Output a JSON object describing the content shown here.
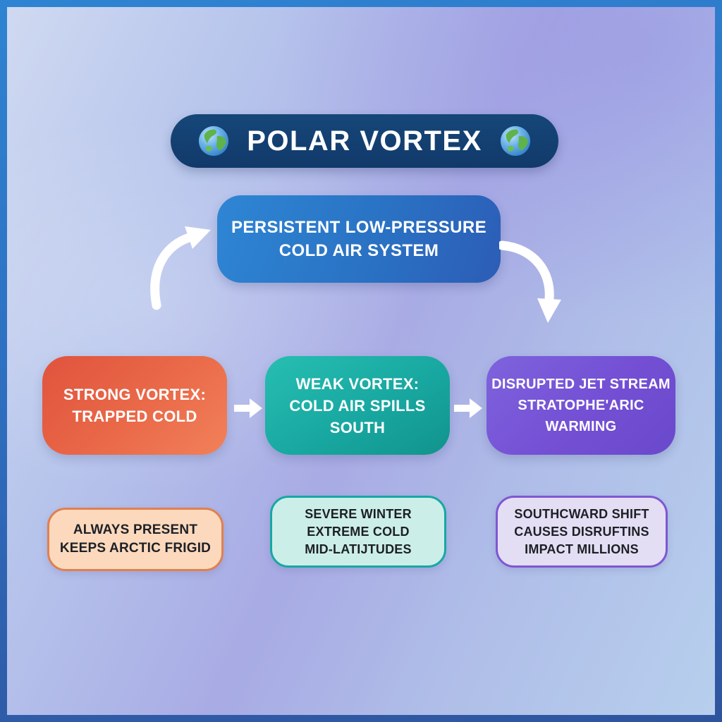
{
  "header": {
    "title": "POLAR VORTEX"
  },
  "definition_box": {
    "line1": "PERSISTENT LOW-PRESSURE",
    "line2": "COLD AIR SYSTEM"
  },
  "flow_boxes": [
    {
      "line1": "STRONG VORTEX:",
      "line2": "TRAPPED COLD"
    },
    {
      "line1": "WEAK VORTEX:",
      "line2": "COLD AIR SPILLS",
      "line3": "SOUTH"
    },
    {
      "line1": "DISRUPTED JET STREAM",
      "line2": "STRATOPHE'ARIC WARMING"
    }
  ],
  "note_boxes": [
    {
      "line1": "ALWAYS PRESENT",
      "line2": "KEEPS ARCTIC FRIGID"
    },
    {
      "line1": "SEVERE WINTER",
      "line2": "EXTREME COLD",
      "line3": "MID-LATIJTUDES"
    },
    {
      "line1": "SOUTHCWARD SHIFT",
      "line2": "CAUSES DISRUFTINS",
      "line3": "IMPACT MILLIONS"
    }
  ],
  "icons": {
    "globe": "🌍",
    "flow_arrow": "→",
    "curved_arrow_up_right": "↗",
    "curved_arrow_down": "↓"
  },
  "colors": {
    "frame_border_top": "#2e84d2",
    "frame_border_bottom": "#2f549e",
    "title_bg": "#113a6a",
    "definition_gradient": [
      "#2e86d4",
      "#2c5db6"
    ],
    "strong_vortex_gradient": [
      "#e0533d",
      "#f2815a"
    ],
    "weak_vortex_gradient": [
      "#27beb2",
      "#11938d"
    ],
    "disrupted_gradient": [
      "#7e63dd",
      "#6a49cb"
    ],
    "note_always_bg": "#fcd9bd",
    "note_always_border": "#e08050",
    "note_severe_bg": "#cceee9",
    "note_severe_border": "#16a8a2",
    "note_south_bg": "#e4def4",
    "note_south_border": "#7e57d2",
    "arrow": "#ffffff"
  }
}
